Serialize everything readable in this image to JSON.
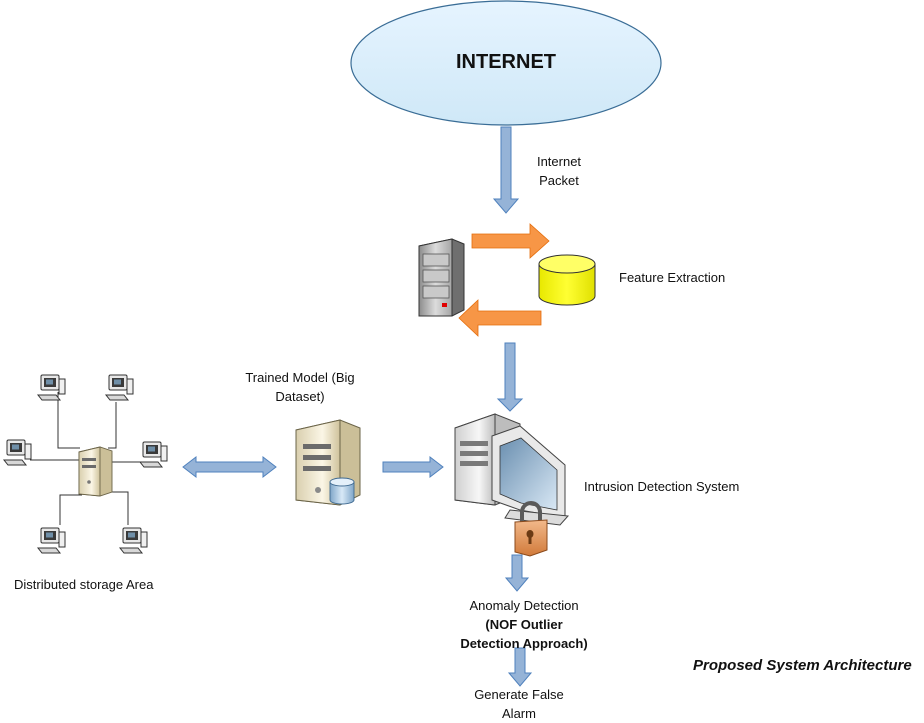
{
  "diagram": {
    "title": "Proposed System Architecture",
    "internet_label": "INTERNET",
    "internet_packet": [
      "Internet",
      "Packet"
    ],
    "feature_extraction": "Feature Extraction",
    "trained_model": [
      "Trained Model (Big",
      "Dataset)"
    ],
    "intrusion_detection": "Intrusion Detection System",
    "distributed_storage": "Distributed storage Area",
    "anomaly_detection": "Anomaly Detection",
    "nof_approach": [
      "(NOF Outlier",
      "Detection Approach)"
    ],
    "false_alarm": [
      "Generate False",
      "Alarm"
    ]
  },
  "colors": {
    "cloud_fill": "#dcefff",
    "blue_arrow": "#95b3d7",
    "orange_arrow": "#f79646",
    "database_yellow": "#ffff00",
    "lock_orange": "#e8a06a"
  },
  "icons": [
    "internet-cloud",
    "server-tower-icon",
    "database-cylinder-icon",
    "server-tower-icon",
    "workstation-with-lock-icon",
    "computer-terminal-icon",
    "lock-icon"
  ]
}
